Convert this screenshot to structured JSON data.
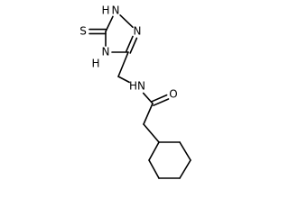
{
  "molecule": {
    "type": "skeletal-formula",
    "atoms": [
      {
        "id": "S1",
        "element": "S",
        "label": "S"
      },
      {
        "id": "C1",
        "element": "C",
        "label": ""
      },
      {
        "id": "N1",
        "element": "N",
        "label": "N",
        "hydrogen": "H"
      },
      {
        "id": "N2",
        "element": "N",
        "label": "N"
      },
      {
        "id": "C2",
        "element": "C",
        "label": ""
      },
      {
        "id": "N4",
        "element": "N",
        "label": "N",
        "hydrogen": "H"
      },
      {
        "id": "CH2a",
        "element": "C",
        "label": ""
      },
      {
        "id": "NH",
        "element": "N",
        "label": "HN"
      },
      {
        "id": "CO",
        "element": "C",
        "label": ""
      },
      {
        "id": "O",
        "element": "O",
        "label": "O"
      },
      {
        "id": "CH2b",
        "element": "C",
        "label": ""
      },
      {
        "id": "R1",
        "element": "C",
        "label": ""
      },
      {
        "id": "R2",
        "element": "C",
        "label": ""
      },
      {
        "id": "R3",
        "element": "C",
        "label": ""
      },
      {
        "id": "R4",
        "element": "C",
        "label": ""
      },
      {
        "id": "R5",
        "element": "C",
        "label": ""
      },
      {
        "id": "R6",
        "element": "C",
        "label": ""
      }
    ],
    "bonds": [
      {
        "a": "S1",
        "b": "C1",
        "order": 2
      },
      {
        "a": "C1",
        "b": "N1",
        "order": 1
      },
      {
        "a": "N1",
        "b": "N2",
        "order": 1
      },
      {
        "a": "N2",
        "b": "C2",
        "order": 2
      },
      {
        "a": "C2",
        "b": "N4",
        "order": 1
      },
      {
        "a": "N4",
        "b": "C1",
        "order": 1
      },
      {
        "a": "C2",
        "b": "CH2a",
        "order": 1
      },
      {
        "a": "CH2a",
        "b": "NH",
        "order": 1
      },
      {
        "a": "NH",
        "b": "CO",
        "order": 1
      },
      {
        "a": "CO",
        "b": "O",
        "order": 2
      },
      {
        "a": "CO",
        "b": "CH2b",
        "order": 1
      },
      {
        "a": "CH2b",
        "b": "R1",
        "order": 1
      },
      {
        "a": "R1",
        "b": "R2",
        "order": 1
      },
      {
        "a": "R2",
        "b": "R3",
        "order": 1
      },
      {
        "a": "R3",
        "b": "R4",
        "order": 1
      },
      {
        "a": "R4",
        "b": "R5",
        "order": 1
      },
      {
        "a": "R5",
        "b": "R6",
        "order": 1
      },
      {
        "a": "R6",
        "b": "R1",
        "order": 1
      }
    ]
  }
}
